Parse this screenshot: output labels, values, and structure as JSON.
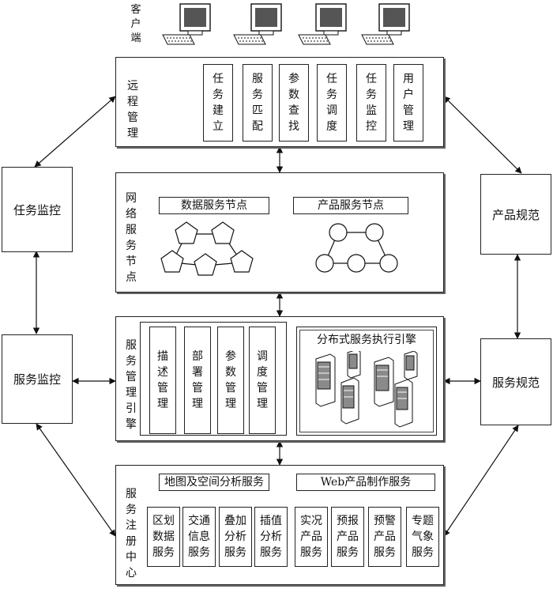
{
  "client_label": "客户端",
  "left_panels": {
    "task_monitor": "任务监控",
    "service_monitor": "服务监控"
  },
  "right_panels": {
    "product_spec": "产品规范",
    "service_spec": "服务规范"
  },
  "remote": {
    "title": "远程管理",
    "items": [
      "任务建立",
      "服务匹配",
      "参数查找",
      "任务调度",
      "任务监控",
      "用户管理"
    ]
  },
  "network": {
    "title": "网络服务节点",
    "data_nodes_label": "数据服务节点",
    "product_nodes_label": "产品服务节点"
  },
  "engine": {
    "title": "服务管理引擎",
    "items": [
      "描述管理",
      "部署管理",
      "参数管理",
      "调度管理"
    ],
    "distributed_label": "分布式服务执行引擎"
  },
  "registry": {
    "title": "服务注册中心",
    "gis_label": "地图及空间分析服务",
    "web_label": "Web产品制作服务",
    "gis_items": [
      "区划数据服务",
      "交通信息服务",
      "叠加分析服务",
      "插值分析服务"
    ],
    "web_items": [
      "实况产品服务",
      "预报产品服务",
      "预警产品服务",
      "专题气象服务"
    ]
  }
}
